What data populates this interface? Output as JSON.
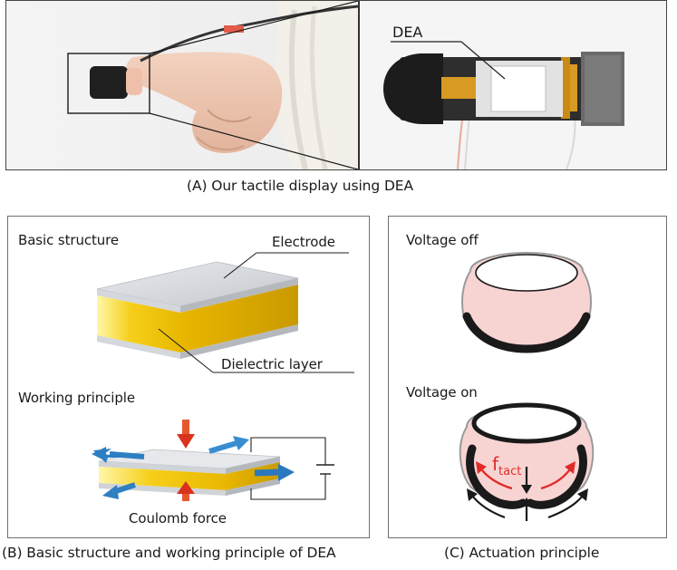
{
  "panel_a": {
    "caption": "(A) Our tactile display using DEA",
    "photo_label": "DEA"
  },
  "panel_b": {
    "caption": "(B) Basic structure and working principle of DEA",
    "basic_structure": "Basic structure",
    "electrode": "Electrode",
    "dielectric_layer": "Dielectric layer",
    "working_principle": "Working principle",
    "coulomb_force": "Coulomb force"
  },
  "panel_c": {
    "caption": "(C) Actuation principle",
    "voltage_off": "Voltage off",
    "voltage_on": "Voltage on",
    "force_label": "f",
    "force_subscript": "tact"
  },
  "colors": {
    "electrode_grey": "#c9cdd2",
    "dielectric_yellow": "#f4c21a",
    "skin_pink": "#f7d4d2",
    "arrow_blue": "#2f7fc1",
    "arrow_red": "#e0442a",
    "force_red": "#e02b2b"
  }
}
